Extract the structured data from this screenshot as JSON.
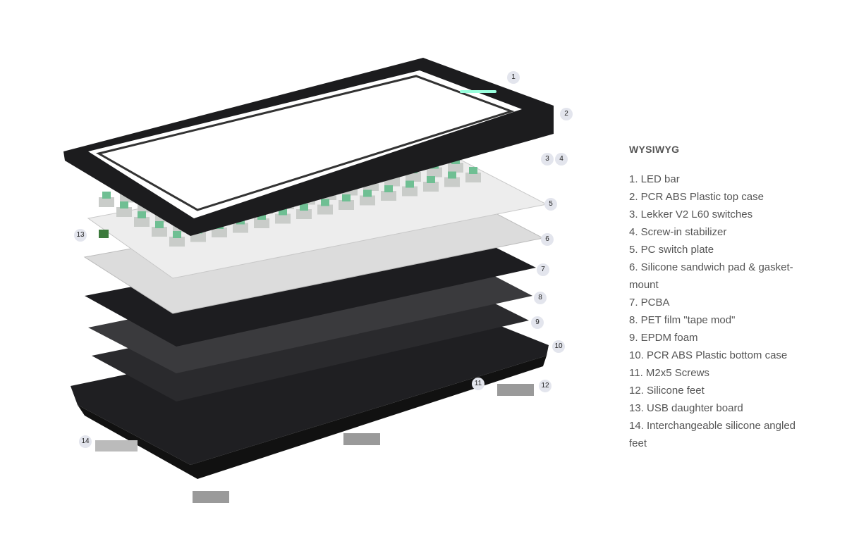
{
  "legend": {
    "title": "WYSIWYG",
    "items": [
      "1. LED bar",
      "2. PCR ABS Plastic top case",
      "3. Lekker V2 L60 switches",
      "4. Screw-in stabilizer",
      "5. PC switch plate",
      "6. Silicone sandwich pad & gasket-mount",
      "7. PCBA",
      "8. PET film \"tape mod\"",
      "9. EPDM foam",
      "10. PCR ABS Plastic bottom case",
      "11. M2x5 Screws",
      "12. Silicone feet",
      "13. USB daughter board",
      "14. Interchangeable silicone angled feet"
    ]
  },
  "badges": [
    "1",
    "2",
    "3",
    "4",
    "5",
    "6",
    "7",
    "8",
    "9",
    "10",
    "11",
    "12",
    "13",
    "14"
  ],
  "colors": {
    "case": "#1c1c1e",
    "switch": "#6fbf93",
    "plate": "#e6e6e6",
    "text": "#555555",
    "badge": "#e3e5ed"
  }
}
